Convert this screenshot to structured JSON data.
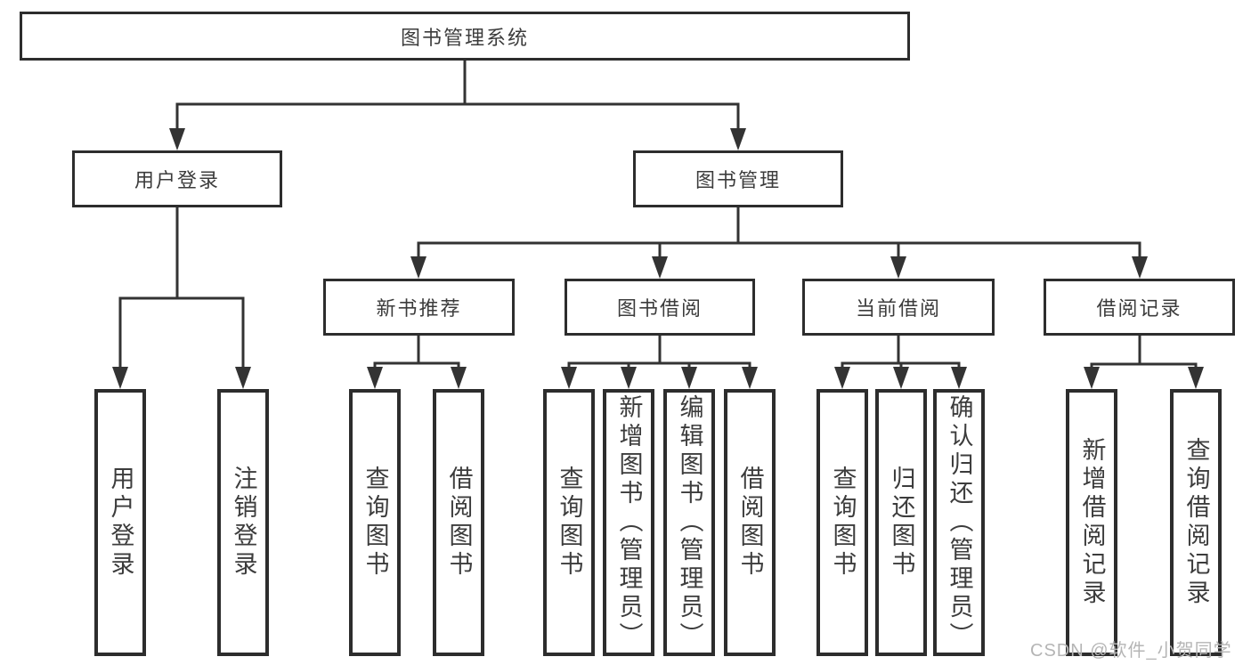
{
  "diagram": {
    "root": "图书管理系统",
    "level2": {
      "user_login": "用户登录",
      "book_mgmt": "图书管理"
    },
    "level3": {
      "new_book": "新书推荐",
      "borrow": "图书借阅",
      "current": "当前借阅",
      "records": "借阅记录"
    },
    "leaves": {
      "user_login": [
        "用户登录",
        "注销登录"
      ],
      "new_book": [
        "查询图书",
        "借阅图书"
      ],
      "borrow": [
        "查询图书",
        "新增图书（管理员）",
        "编辑图书（管理员）",
        "借阅图书"
      ],
      "current": [
        "查询图书",
        "归还图书",
        "确认归还（管理员）"
      ],
      "records": [
        "新增借阅记录",
        "查询借阅记录"
      ]
    }
  },
  "watermark": "CSDN @软件_小贺同学",
  "colors": {
    "line": "#333333",
    "border": "#2d2d2d",
    "text": "#3c3c3c",
    "watermark_text": "#b5b5b5",
    "background": "#ffffff"
  }
}
